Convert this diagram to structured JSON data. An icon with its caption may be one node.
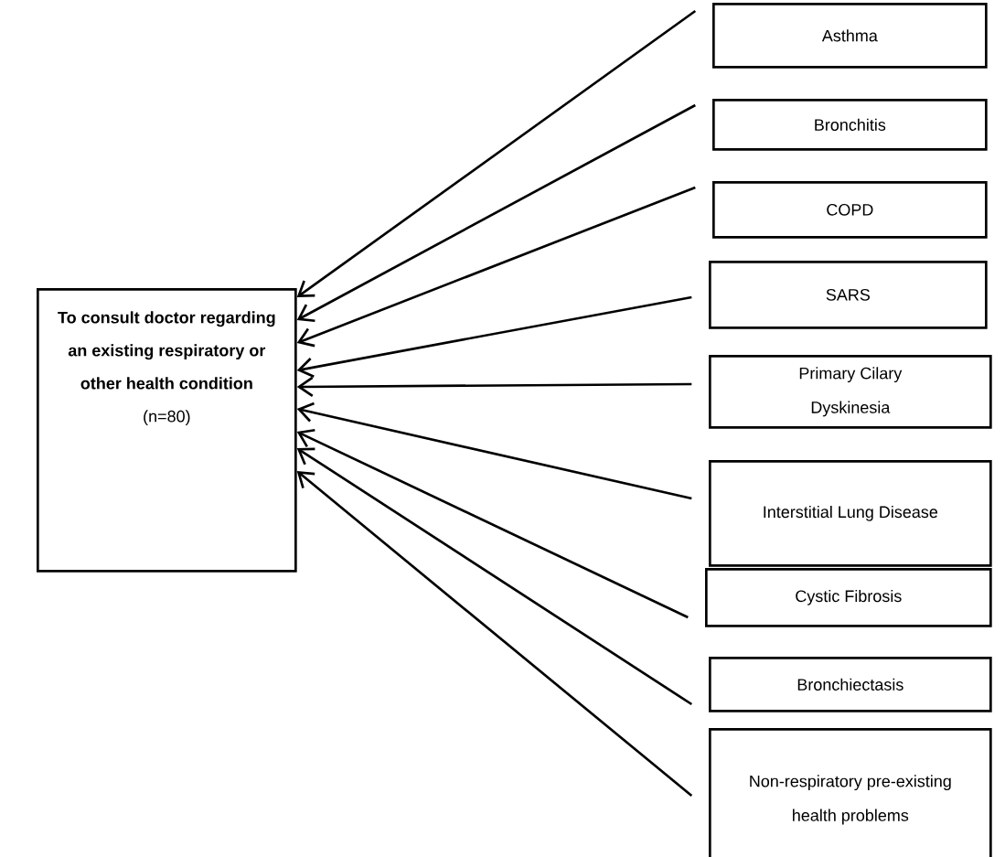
{
  "diagram": {
    "nodes": [
      {
        "text": [
          "To consult doctor regarding an existing respiratory or other health condition",
          "(n=80)"
        ]
      },
      {
        "text": [
          "Asthma"
        ]
      },
      {
        "text": [
          "Bronchitis"
        ]
      },
      {
        "text": [
          "COPD"
        ]
      },
      {
        "text": [
          "SARS"
        ]
      },
      {
        "text": [
          "Primary Cilary Dyskinesia"
        ]
      },
      {
        "text": [
          "Interstitial Lung Disease"
        ]
      },
      {
        "text": [
          "Cystic Fibrosis"
        ]
      },
      {
        "text": [
          "Bronchiectasis"
        ]
      },
      {
        "text": [
          "Non-respiratory pre-existing health problems"
        ]
      }
    ],
    "edges": [
      {
        "from": 1,
        "to": 0,
        "arrow": "to"
      },
      {
        "from": 2,
        "to": 0,
        "arrow": "to"
      },
      {
        "from": 3,
        "to": 0,
        "arrow": "to"
      },
      {
        "from": 4,
        "to": 0,
        "arrow": "to"
      },
      {
        "from": 5,
        "to": 0,
        "arrow": "to"
      },
      {
        "from": 6,
        "to": 0,
        "arrow": "to"
      },
      {
        "from": 7,
        "to": 0,
        "arrow": "to"
      },
      {
        "from": 8,
        "to": 0,
        "arrow": "to"
      },
      {
        "from": 9,
        "to": 0,
        "arrow": "to"
      }
    ]
  }
}
